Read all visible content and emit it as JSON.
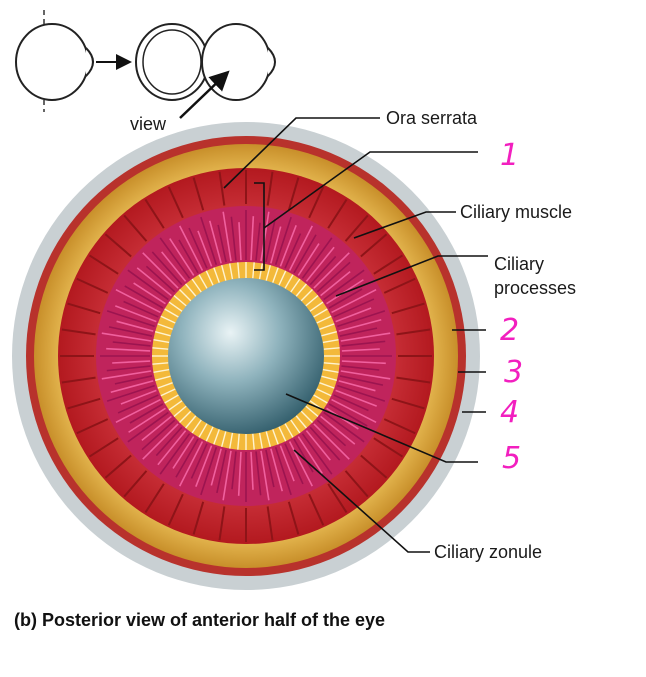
{
  "thumbnail": {
    "view_label": "view"
  },
  "labels": {
    "ora_serrata": "Ora serrata",
    "ciliary_muscle": "Ciliary muscle",
    "ciliary_processes_line1": "Ciliary",
    "ciliary_processes_line2": "processes",
    "ciliary_zonule": "Ciliary zonule"
  },
  "handwritten_numbers": [
    "1",
    "2",
    "3",
    "4",
    "5"
  ],
  "caption": "(b)  Posterior view of anterior half of the eye",
  "colors": {
    "sclera": "#c9d0d3",
    "choroid": "#b8322c",
    "yellow_band": "#e3b04b",
    "ciliary_body": "#c0242e",
    "processes": "#d42f7a",
    "zonule": "#f3b93a",
    "lens": "#6d9aa8",
    "handwriting": "#f21fbf"
  }
}
